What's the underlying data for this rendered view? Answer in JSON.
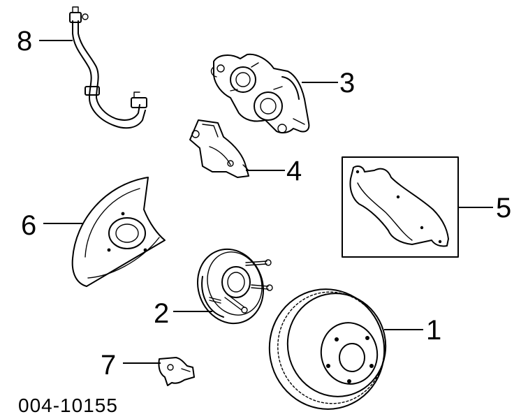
{
  "diagram": {
    "callouts": [
      "1",
      "2",
      "3",
      "4",
      "5",
      "6",
      "7",
      "8"
    ],
    "drawing_code": "004-10155"
  },
  "colors": {
    "ink": "#000000",
    "paper": "#ffffff"
  },
  "icons": [
    "brake-rotor-icon",
    "wheel-hub-icon",
    "brake-caliper-icon",
    "caliper-bracket-icon",
    "brake-pad-icon",
    "splash-shield-icon",
    "abs-sensor-icon",
    "brake-hose-icon"
  ]
}
